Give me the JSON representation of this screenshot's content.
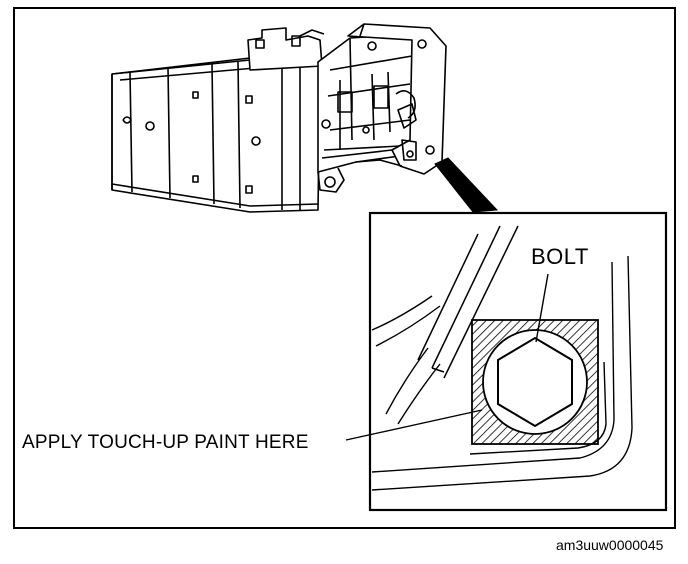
{
  "labels": {
    "bolt": "BOLT",
    "touch_up": "APPLY TOUCH-UP PAINT HERE",
    "figure_code": "am3uuw0000045"
  },
  "colors": {
    "line": "#000000",
    "background": "#ffffff"
  }
}
